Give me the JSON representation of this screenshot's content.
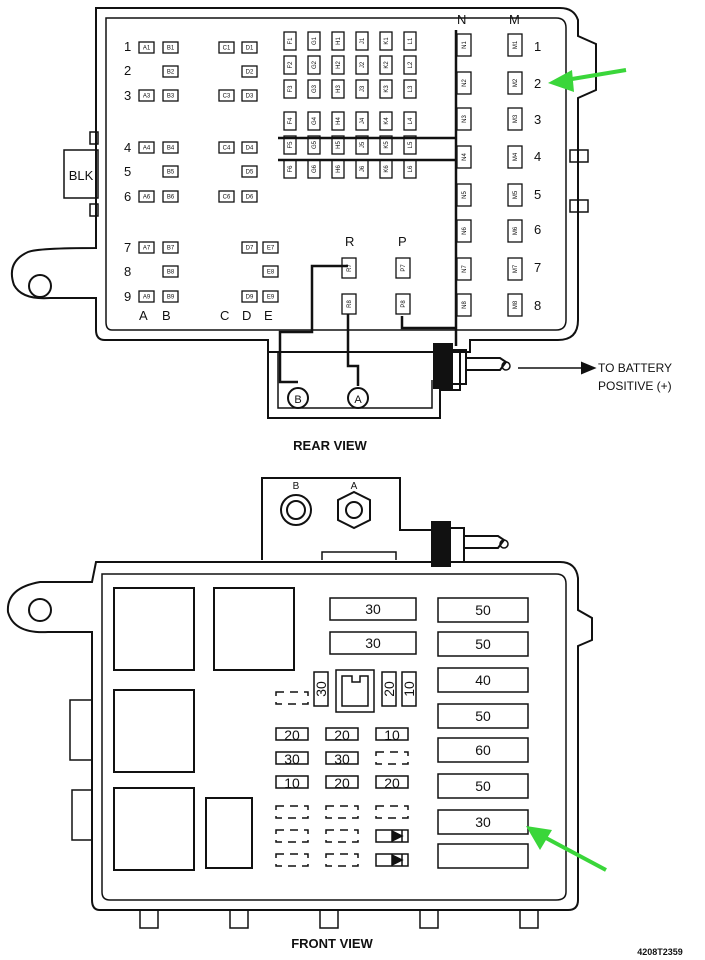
{
  "rear_view": {
    "caption": "REAR VIEW",
    "blk_label": "BLK",
    "battery_label_line1": "TO BATTERY",
    "battery_label_line2": "POSITIVE (+)",
    "row_numbers": [
      "1",
      "2",
      "3",
      "4",
      "5",
      "6",
      "7",
      "8",
      "9"
    ],
    "column_letters": [
      "A",
      "B",
      "C",
      "D",
      "E"
    ],
    "r_label": "R",
    "p_label": "P",
    "n_label": "N",
    "m_label": "M",
    "m_row_numbers": [
      "1",
      "2",
      "3",
      "4",
      "5",
      "6",
      "7",
      "8"
    ],
    "terminal_b": "B",
    "terminal_a": "A",
    "cells": {
      "a1": "A1",
      "b1": "B1",
      "c1": "C1",
      "d1": "D1",
      "b2": "B2",
      "d2": "D2",
      "a3": "A3",
      "b3": "B3",
      "c3": "C3",
      "d3": "D3",
      "a4": "A4",
      "b4": "B4",
      "c4": "C4",
      "d4": "D4",
      "b5": "B5",
      "d5": "D5",
      "a6": "A6",
      "b6": "B6",
      "c6": "C6",
      "d6": "D6",
      "a7": "A7",
      "b7": "B7",
      "d7": "D7",
      "e7": "E7",
      "b8": "B8",
      "e8": "E8",
      "a9": "A9",
      "b9": "B9",
      "d9": "D9",
      "e9": "E9",
      "r7": "R7",
      "r8": "R8",
      "p7": "P7",
      "p8": "P8"
    },
    "mini_grid": {
      "rows": [
        [
          "F1",
          "G1",
          "H1",
          "J1",
          "K1",
          "L1"
        ],
        [
          "F2",
          "G2",
          "H2",
          "J2",
          "K2",
          "L2"
        ],
        [
          "F3",
          "G3",
          "H3",
          "J3",
          "K3",
          "L3"
        ],
        [
          "F4",
          "G4",
          "H4",
          "J4",
          "K4",
          "L4"
        ],
        [
          "F5",
          "G5",
          "H5",
          "J5",
          "K5",
          "L5"
        ],
        [
          "F6",
          "G6",
          "H6",
          "J6",
          "K6",
          "L6"
        ]
      ]
    },
    "n_cells": [
      "N1",
      "N2",
      "N3",
      "N4",
      "N5",
      "N6",
      "N7",
      "N8"
    ],
    "m_cells": [
      "M1",
      "M2",
      "M3",
      "M4",
      "M5",
      "M6",
      "M7",
      "M8"
    ]
  },
  "front_view": {
    "caption": "FRONT VIEW",
    "terminal_b": "B",
    "terminal_a": "A",
    "fuses_30_top": [
      "30",
      "30"
    ],
    "fuses_right": [
      "50",
      "50",
      "40",
      "50",
      "60",
      "50",
      "30"
    ],
    "mini_vertical": [
      "30",
      "20",
      "10"
    ],
    "small_fuses": [
      [
        "20",
        "20",
        "10"
      ],
      [
        "30",
        "30",
        ""
      ],
      [
        "10",
        "20",
        "20"
      ]
    ]
  },
  "drawing_id": "4208T2359",
  "colors": {
    "arrow": "#3ad63a",
    "line": "#111111"
  }
}
